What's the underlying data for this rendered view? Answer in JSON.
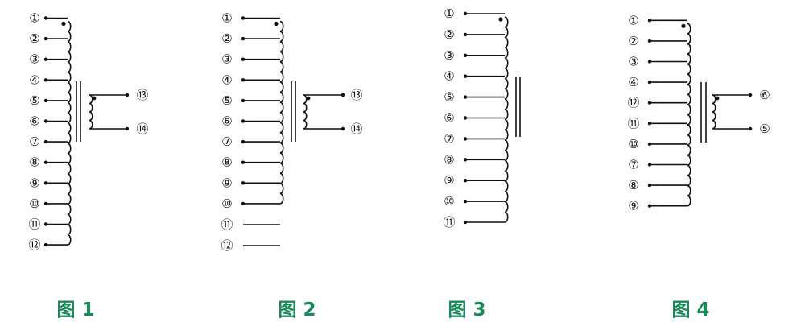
{
  "colors": {
    "line": "#111111",
    "caption": "#1a8a5a",
    "background": "#ffffff"
  },
  "figures": [
    {
      "caption": "图 1",
      "primary_pins": [
        "①",
        "②",
        "③",
        "④",
        "⑤",
        "⑥",
        "⑦",
        "⑧",
        "⑨",
        "⑩",
        "⑪",
        "⑫"
      ],
      "secondary_pins": [
        "⑬",
        "⑭"
      ]
    },
    {
      "caption": "图 2",
      "primary_pins": [
        "①",
        "②",
        "③",
        "④",
        "⑤",
        "⑥",
        "⑦",
        "⑧",
        "⑨",
        "⑩"
      ],
      "unconnected_pins": [
        "⑪",
        "⑫"
      ],
      "secondary_pins": [
        "⑬",
        "⑭"
      ]
    },
    {
      "caption": "图 3",
      "primary_pins": [
        "①",
        "②",
        "③",
        "④",
        "⑤",
        "⑥",
        "⑦",
        "⑧",
        "⑨",
        "⑩",
        "⑪"
      ],
      "secondary_pins": []
    },
    {
      "caption": "图 4",
      "primary_pins": [
        "①",
        "②",
        "③",
        "④",
        "⑫",
        "⑪",
        "⑩",
        "⑦",
        "⑧",
        "⑨"
      ],
      "secondary_pins": [
        "⑥",
        "⑤"
      ]
    }
  ]
}
